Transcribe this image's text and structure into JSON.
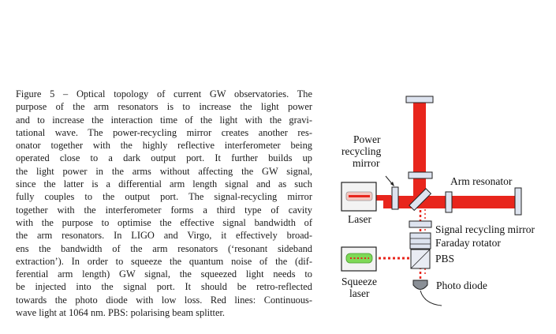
{
  "caption": {
    "lines": [
      "Figure 5 – Optical topology of current GW observatories. The",
      "purpose of the arm resonators is to increase the light power",
      "and to increase the interaction time of the light with the gravi-",
      "tational wave. The power-recycling mirror creates another res-",
      "onator together with the highly reflective interferometer being",
      "operated close to a dark output port.  It further builds up",
      "the light power in the arms without affecting the GW signal,",
      "since the latter is a differential arm length signal and as such",
      "fully couples to the output port.  The signal-recycling mirror",
      "together with the interferometer forms a third type of cavity",
      "with the purpose to optimise the effective signal bandwidth of",
      "the arm resonators. In LIGO and Virgo, it effectively broad-",
      "ens the bandwidth of the arm resonators (‘resonant sideband",
      "extraction’). In order to squeeze the quantum noise of the (dif-",
      "ferential arm length) GW signal, the squeezed light needs to",
      "be injected into the signal port.  It should be retro-reflected",
      "towards the photo diode with low loss. Red lines: Continuous-",
      "wave light at 1064 nm. PBS: polarising beam splitter."
    ]
  },
  "diagram": {
    "labels": {
      "power_line1": "Power",
      "power_line2": "recycling",
      "power_line3": "mirror",
      "arm_resonator": "Arm resonator",
      "laser": "Laser",
      "signal_recycling": "Signal recycling mirror",
      "faraday": "Faraday rotator",
      "pbs": "PBS",
      "squeeze_line1": "Squeeze",
      "squeeze_line2": "laser",
      "photo_diode": "Photo diode"
    },
    "colors": {
      "beam": "#e8251c",
      "mirror_fill": "#dde3ef",
      "outline": "#222222",
      "squeeze_green": "#7ed957"
    }
  }
}
